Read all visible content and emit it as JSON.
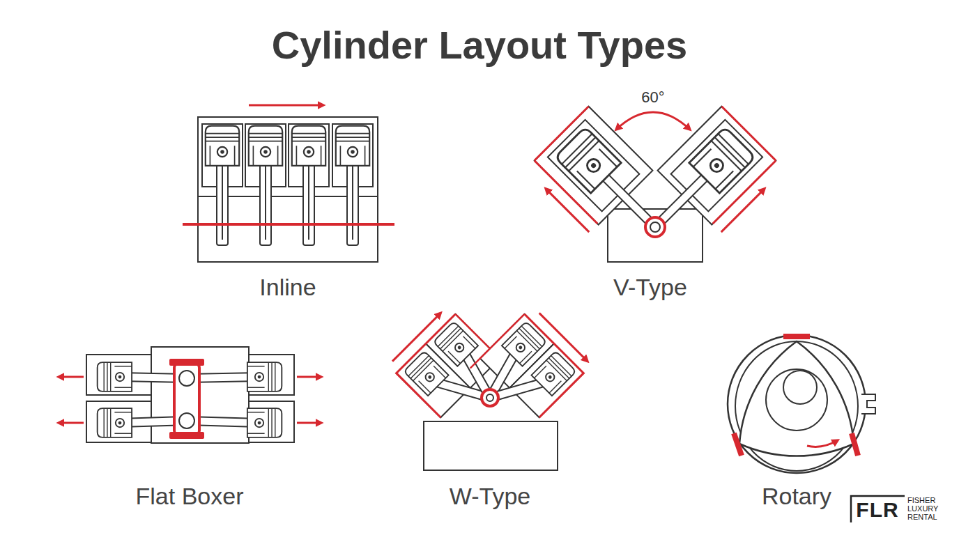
{
  "diagram": {
    "title": "Cylinder Layout Types",
    "labels": [
      "60°",
      "Inline",
      "V-Type",
      "Flat Boxer",
      "W-Type",
      "Rotary",
      "FLR",
      "FISHER LUXURY RENTAL"
    ]
  }
}
